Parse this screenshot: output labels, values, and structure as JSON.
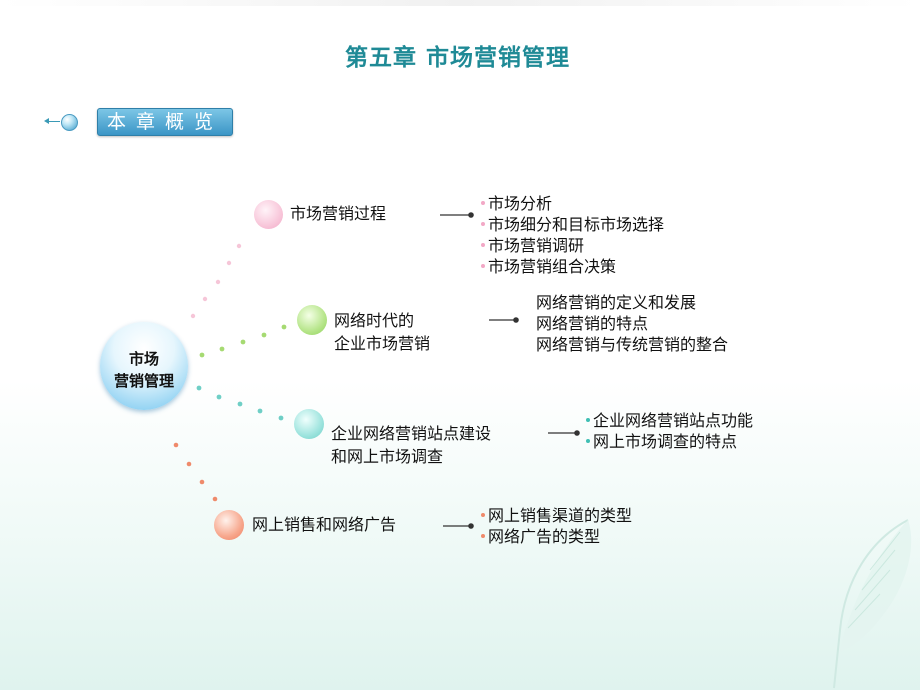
{
  "title": "第五章  市场营销管理",
  "overview": {
    "label": "本章概览"
  },
  "center": {
    "line1": "市场",
    "line2": "营销管理"
  },
  "branches": [
    {
      "label_lines": [
        "市场营销过程"
      ],
      "color": "#f2a8c6",
      "items": [
        "市场分析",
        "市场细分和目标市场选择",
        "市场营销调研",
        "市场营销组合决策"
      ],
      "bullets": true
    },
    {
      "label_lines": [
        "网络时代的",
        "企业市场营销"
      ],
      "color": "#8ed15a",
      "items": [
        "网络营销的定义和发展",
        "网络营销的特点",
        "网络营销与传统营销的整合"
      ],
      "bullets": false
    },
    {
      "label_lines": [
        "企业网络营销站点建设",
        "和网上市场调查"
      ],
      "color": "#6ccfc7",
      "items": [
        "企业网络营销站点功能",
        "网上市场调查的特点"
      ],
      "bullets": true
    },
    {
      "label_lines": [
        "网上销售和网络广告"
      ],
      "color": "#ef7f5f",
      "items": [
        "网上销售渠道的类型",
        "网络广告的类型"
      ],
      "bullets": true
    }
  ]
}
